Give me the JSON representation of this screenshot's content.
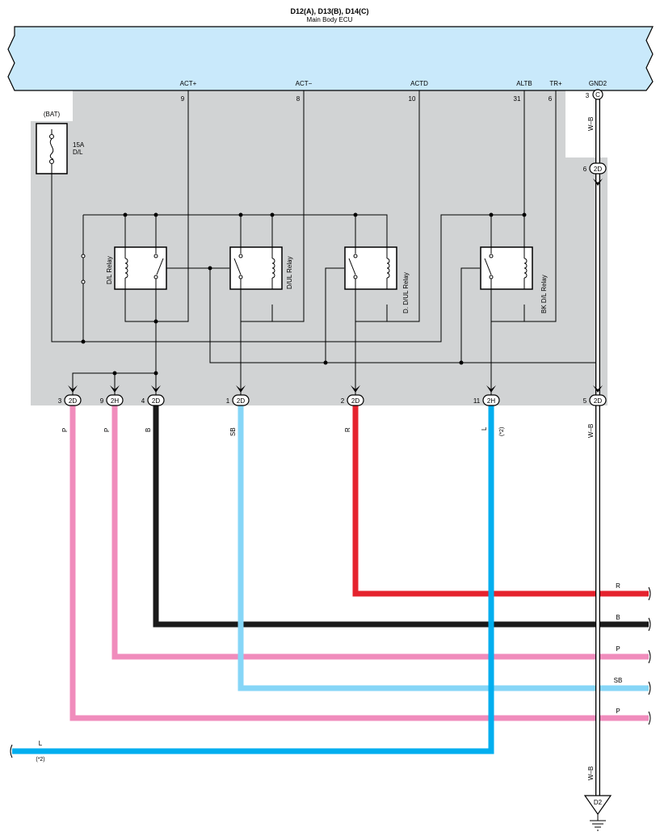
{
  "ecu": {
    "header": "D12(A), D13(B), D14(C)",
    "name": "Main Body ECU",
    "terminals": [
      {
        "name": "ACT+",
        "pin": "9"
      },
      {
        "name": "ACT−",
        "pin": "8"
      },
      {
        "name": "ACTD",
        "pin": "10"
      },
      {
        "name": "ALTB",
        "pin": "31"
      },
      {
        "name": "TR+",
        "pin": "6"
      },
      {
        "name": "GND2",
        "pin": "3",
        "connector": "C"
      }
    ]
  },
  "fuse": {
    "source": "(BAT)",
    "rating": "15A",
    "name": "D/L"
  },
  "relays": [
    "D/L Relay",
    "D/UL Relay",
    "D. D/UL Relay",
    "BK D/L Relay"
  ],
  "gnd_link": {
    "wire": "W–B",
    "pin": "6",
    "connector": "2D"
  },
  "junctions": [
    {
      "pin": "3",
      "connector": "2D",
      "wire": "P",
      "color": "#f08cbc"
    },
    {
      "pin": "9",
      "connector": "2H",
      "wire": "P",
      "color": "#f08cbc"
    },
    {
      "pin": "4",
      "connector": "2D",
      "wire": "B",
      "color": "#1a1a1a"
    },
    {
      "pin": "1",
      "connector": "2D",
      "wire": "SB",
      "color": "#86d6f7"
    },
    {
      "pin": "2",
      "connector": "2D",
      "wire": "R",
      "color": "#e5232e"
    },
    {
      "pin": "11",
      "connector": "2H",
      "wire": "L",
      "note": "(*2)",
      "color": "#00aeef"
    },
    {
      "pin": "5",
      "connector": "2D",
      "wire": "W–B",
      "color": "#ffffff"
    }
  ],
  "outputs": [
    {
      "wire": "R"
    },
    {
      "wire": "B"
    },
    {
      "wire": "P"
    },
    {
      "wire": "SB"
    },
    {
      "wire": "P"
    }
  ],
  "left_output": {
    "wire": "L",
    "note": "(*2)"
  },
  "ground": {
    "wire": "W–B",
    "name": "D2"
  }
}
